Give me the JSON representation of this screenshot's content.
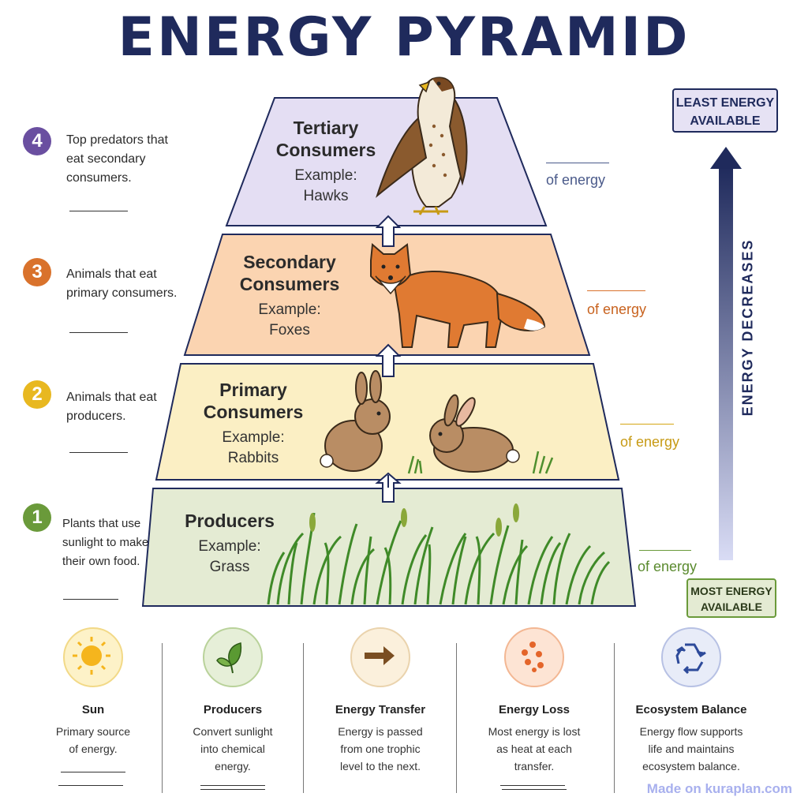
{
  "title": "ENERGY PYRAMID",
  "tiers": [
    {
      "level": "4",
      "name": "Tertiary\nConsumers",
      "example": "Example:\nHawks",
      "description": "Top predators that\neat secondary\nconsumers.",
      "energy_label": "of energy",
      "tier_color": "#e4def3",
      "accent": "#6a4fa0",
      "animal": "hawk-icon"
    },
    {
      "level": "3",
      "name": "Secondary\nConsumers",
      "example": "Example:\nFoxes",
      "description": "Animals that eat\nprimary consumers.",
      "energy_label": "of energy",
      "tier_color": "#fbd4b1",
      "accent": "#d9722c",
      "animal": "fox-icon"
    },
    {
      "level": "2",
      "name": "Primary\nConsumers",
      "example": "Example:\nRabbits",
      "description": "Animals that eat\nproducers.",
      "energy_label": "of energy",
      "tier_color": "#fbefc4",
      "accent": "#e8b820",
      "animal": "rabbit-icon"
    },
    {
      "level": "1",
      "name": "Producers",
      "example": "Example:\nGrass",
      "description": "Plants that use\nsunlight to make\ntheir own food.",
      "energy_label": "of energy",
      "tier_color": "#e4ebd3",
      "accent": "#6a9a3a",
      "animal": "grass-icon"
    }
  ],
  "scale": {
    "top_label": "LEAST ENERGY\nAVAILABLE",
    "bottom_label": "MOST ENERGY\nAVAILABLE",
    "axis_label": "ENERGY DECREASES",
    "arrow_color": "#1f2a5c"
  },
  "cards": [
    {
      "title": "Sun",
      "text": "Primary source\nof energy.",
      "icon": "sun-icon"
    },
    {
      "title": "Producers",
      "text": "Convert sunlight\ninto chemical\nenergy.",
      "icon": "leaf-icon"
    },
    {
      "title": "Energy Transfer",
      "text": "Energy is passed\nfrom one trophic\nlevel to the next.",
      "icon": "arrow-right-icon"
    },
    {
      "title": "Energy Loss",
      "text": "Most energy is lost\nas heat at each\ntransfer.",
      "icon": "heat-dots-icon"
    },
    {
      "title": "Ecosystem Balance",
      "text": "Energy flow supports\nlife and maintains\necosystem balance.",
      "icon": "recycle-icon"
    }
  ],
  "watermark": "Made on kuraplan.com"
}
